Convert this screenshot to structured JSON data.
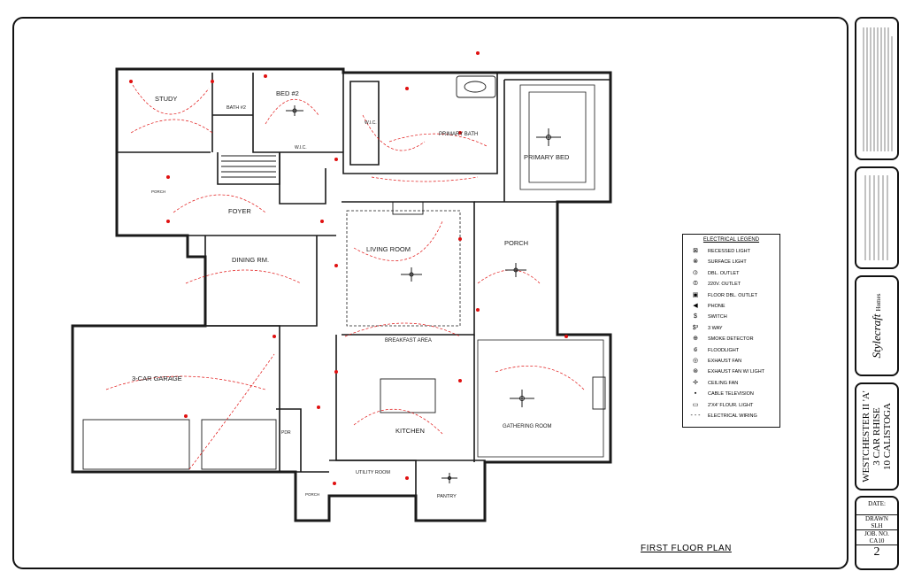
{
  "plan": {
    "title": "FIRST FLOOR PLAN",
    "rooms": {
      "study": "STUDY",
      "bath2": "BATH #2",
      "bed2": "BED #2",
      "wic1": "W.I.C.",
      "wic2": "W.I.C.",
      "primary_bath": "PRIMARY BATH",
      "primary_bed": "PRIMARY BED",
      "porch_front": "PORCH",
      "foyer": "FOYER",
      "dining": "DINING RM.",
      "living": "LIVING ROOM",
      "porch_rear": "PORCH",
      "breakfast": "BREAKFAST AREA",
      "garage": "3-CAR GARAGE",
      "kitchen": "KITCHEN",
      "gathering": "GATHERING ROOM",
      "utility": "UTILITY ROOM",
      "pantry": "PANTRY",
      "porch_side": "PORCH",
      "pdr": "PDR"
    }
  },
  "legend": {
    "title": "ELECTRICAL LEGEND",
    "items": [
      {
        "symbol": "⊠",
        "label": "RECESSED LIGHT"
      },
      {
        "symbol": "⊗",
        "label": "SURFACE LIGHT"
      },
      {
        "symbol": "⦶",
        "label": "DBL. OUTLET"
      },
      {
        "symbol": "⦷",
        "label": "220V. OUTLET"
      },
      {
        "symbol": "▣",
        "label": "FLOOR DBL. OUTLET"
      },
      {
        "symbol": "◀",
        "label": "PHONE"
      },
      {
        "symbol": "$",
        "label": "SWITCH"
      },
      {
        "symbol": "$³",
        "label": "3 WAY"
      },
      {
        "symbol": "⊕",
        "label": "SMOKE DETECTOR"
      },
      {
        "symbol": "⟃",
        "label": "FLOODLIGHT"
      },
      {
        "symbol": "◎",
        "label": "EXHAUST FAN"
      },
      {
        "symbol": "⊛",
        "label": "EXHAUST FAN W/ LIGHT"
      },
      {
        "symbol": "✢",
        "label": "CEILING FAN"
      },
      {
        "symbol": "▪",
        "label": "CABLE TELEVISION"
      },
      {
        "symbol": "▭",
        "label": "2'X4' FLOUR. LIGHT"
      },
      {
        "symbol": "- - -",
        "label": "ELECTRICAL WIRING"
      }
    ]
  },
  "titleblock": {
    "project": "WESTCHESTER II 'A'",
    "variant": "3 CAR RHISE",
    "model": "10 CALISTOGA",
    "logo_text": "Stylecraft",
    "logo_sub": "Homes",
    "date_label": "DATE:",
    "drawn_label": "DRAWN",
    "drawn_value": "SLH",
    "job_label": "JOB. NO.",
    "job_value": "CA10",
    "sheet_number": "2"
  },
  "colors": {
    "wall": "#1a1a1a",
    "electrical": "#e01010",
    "paper": "#ffffff"
  }
}
